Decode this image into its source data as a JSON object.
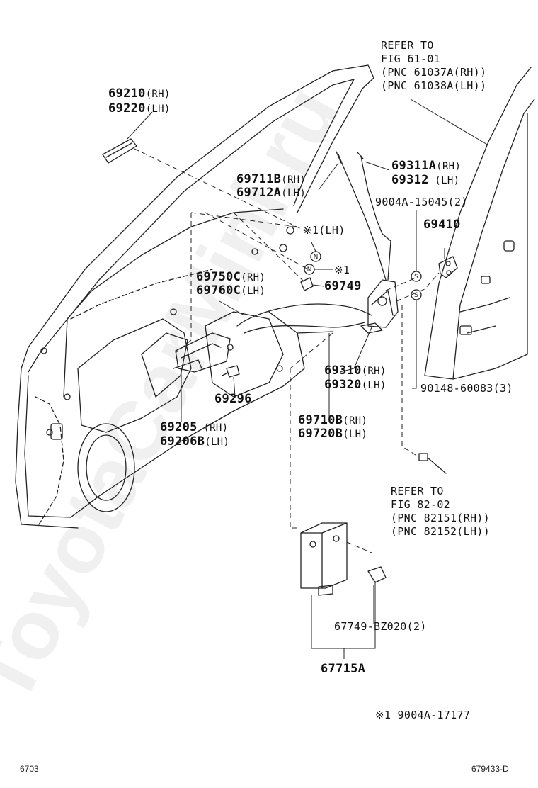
{
  "watermark": "ToyotaCarMini.ru",
  "refs": {
    "fig61": [
      "REFER TO",
      "FIG 61-01",
      "(PNC 61037A(RH))",
      "(PNC 61038A(LH))"
    ],
    "fig82": [
      "REFER TO",
      "FIG 82-02",
      "(PNC 82151(RH))",
      "(PNC 82152(LH))"
    ]
  },
  "parts": {
    "p69210": {
      "num": "69210",
      "suf": "(RH)"
    },
    "p69220": {
      "num": "69220",
      "suf": "(LH)"
    },
    "p69711": {
      "num": "69711B",
      "suf": "(RH)"
    },
    "p69712": {
      "num": "69712A",
      "suf": "(LH)"
    },
    "p69311": {
      "num": "69311A",
      "suf": "(RH)"
    },
    "p69312": {
      "num": "69312",
      "suf": " (LH)"
    },
    "p9004a15045": "9004A-15045(2)",
    "p69410": "69410",
    "mark1lh": "※1(LH)",
    "mark1": "※1",
    "p69749": "69749",
    "p69750": {
      "num": "69750C",
      "suf": "(RH)"
    },
    "p69760": {
      "num": "69760C",
      "suf": "(LH)"
    },
    "p69310": {
      "num": "69310",
      "suf": "(RH)"
    },
    "p69320": {
      "num": "69320",
      "suf": "(LH)"
    },
    "p90148": "90148-60083(3)",
    "p69296": "69296",
    "p69205": {
      "num": "69205",
      "suf": " (RH)"
    },
    "p69206": {
      "num": "69206B",
      "suf": "(LH)"
    },
    "p69710": {
      "num": "69710B",
      "suf": "(RH)"
    },
    "p69720": {
      "num": "69720B",
      "suf": "(LH)"
    },
    "p67749": "67749-BZ020(2)",
    "p67715": "67715A",
    "note": "※1 9004A-17177"
  },
  "footer": {
    "left": "6703",
    "right": "679433-D"
  }
}
